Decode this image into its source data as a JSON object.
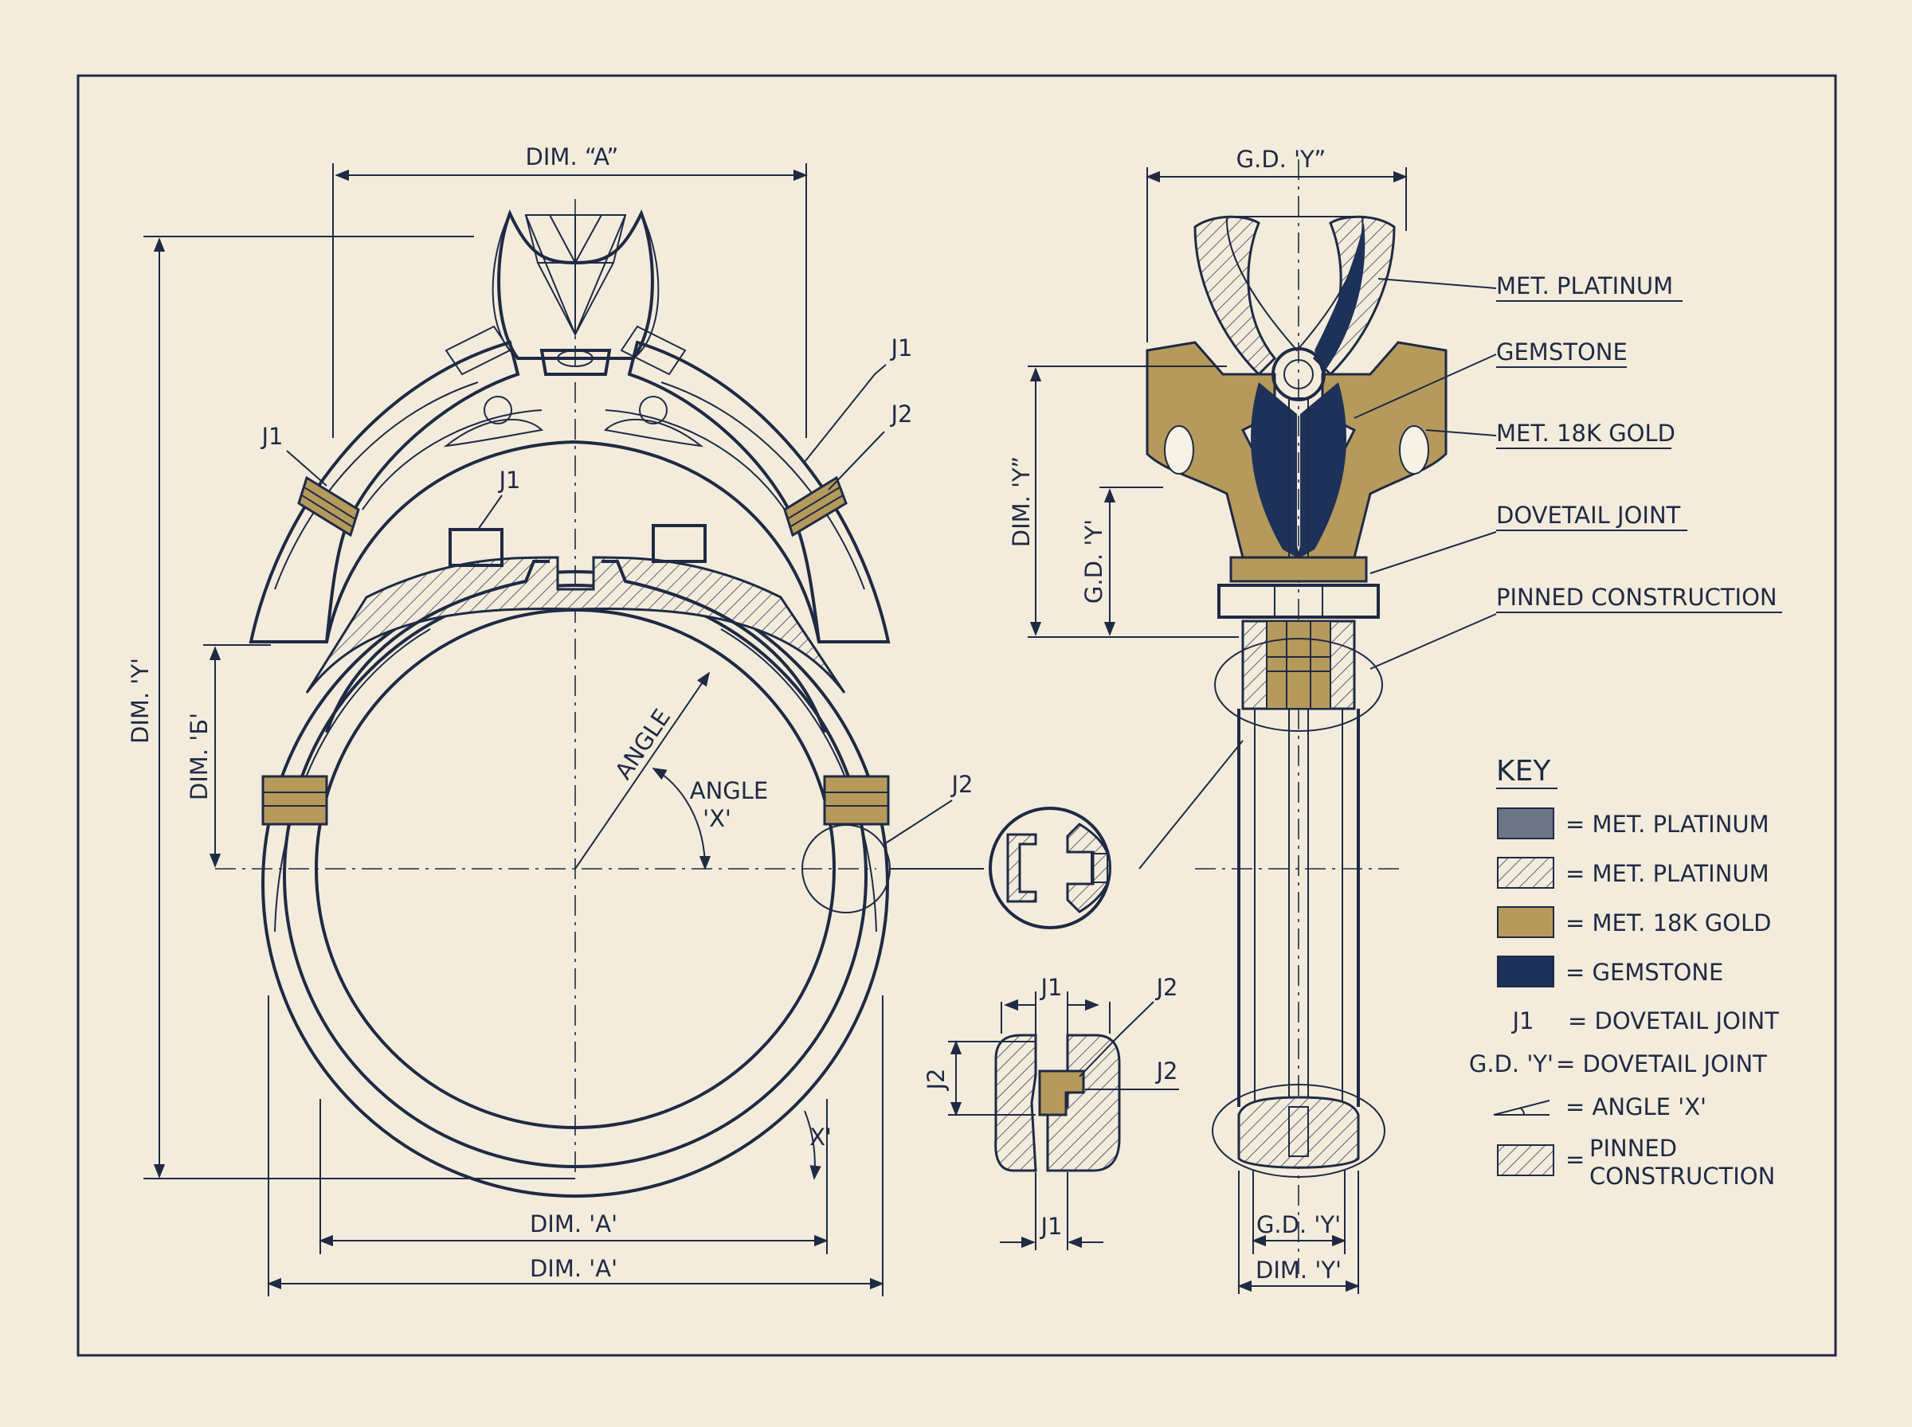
{
  "colors": {
    "paper": "#f3ecdc",
    "ink": "#1f2a44",
    "platinum": "#6b7585",
    "gold": "#b59a5c",
    "gemstone": "#1e3158",
    "hatch": "#8a8fa0"
  },
  "front_view": {
    "dim_a_top": "DIM. “A”",
    "dim_y": "DIM. 'Y'",
    "dim_b": "DIM. 'Б'",
    "angle": "ANGLE",
    "angle_x": "ANGLE\n'X'",
    "x_prime": "X'",
    "j1_left": "J1",
    "j1_right": "J1",
    "j1_center": "J1",
    "j2_right": "J2",
    "j2_ring": "J2",
    "dim_a_inner": "DIM. 'A'",
    "dim_a_outer": "DIM. 'A'"
  },
  "detail": {
    "j1_top": "J1",
    "j2_top": "J2",
    "j2_side": "J2",
    "j2_left": "J2",
    "j1_bottom": "J1"
  },
  "side_view": {
    "gd_y_top": "G.D. 'Y”",
    "dim_y": "DIM. 'Y”",
    "gd_y_side": "G.D. 'Y'",
    "gd_y_bottom": "G.D. 'Y'",
    "dim_y_bottom": "DIM. 'Y'"
  },
  "callouts": [
    "MET. PLATINUM",
    "GEMSTONE",
    "MET. 18K GOLD",
    "DOVETAIL JOINT",
    "PINNED CONSTRUCTION"
  ],
  "key": {
    "title": "KEY",
    "items": [
      {
        "swatch": "platinum",
        "label": "= MET. PLATINUM"
      },
      {
        "swatch": "hatch",
        "label": "= MET. PLATINUM"
      },
      {
        "swatch": "gold",
        "label": "= MET. 18K GOLD"
      },
      {
        "swatch": "gemstone",
        "label": "= GEMSTONE"
      },
      {
        "symbol": "J1",
        "label": "= DOVETAIL JOINT"
      },
      {
        "symbol": "G.D. 'Y'",
        "label": "= DOVETAIL JOINT"
      },
      {
        "symbol": "angle-icon",
        "label": "= ANGLE 'X'"
      },
      {
        "swatch": "hatch",
        "label_line1": "PINNED",
        "label_line2": "CONSTRUCTION",
        "eq": "="
      }
    ]
  }
}
